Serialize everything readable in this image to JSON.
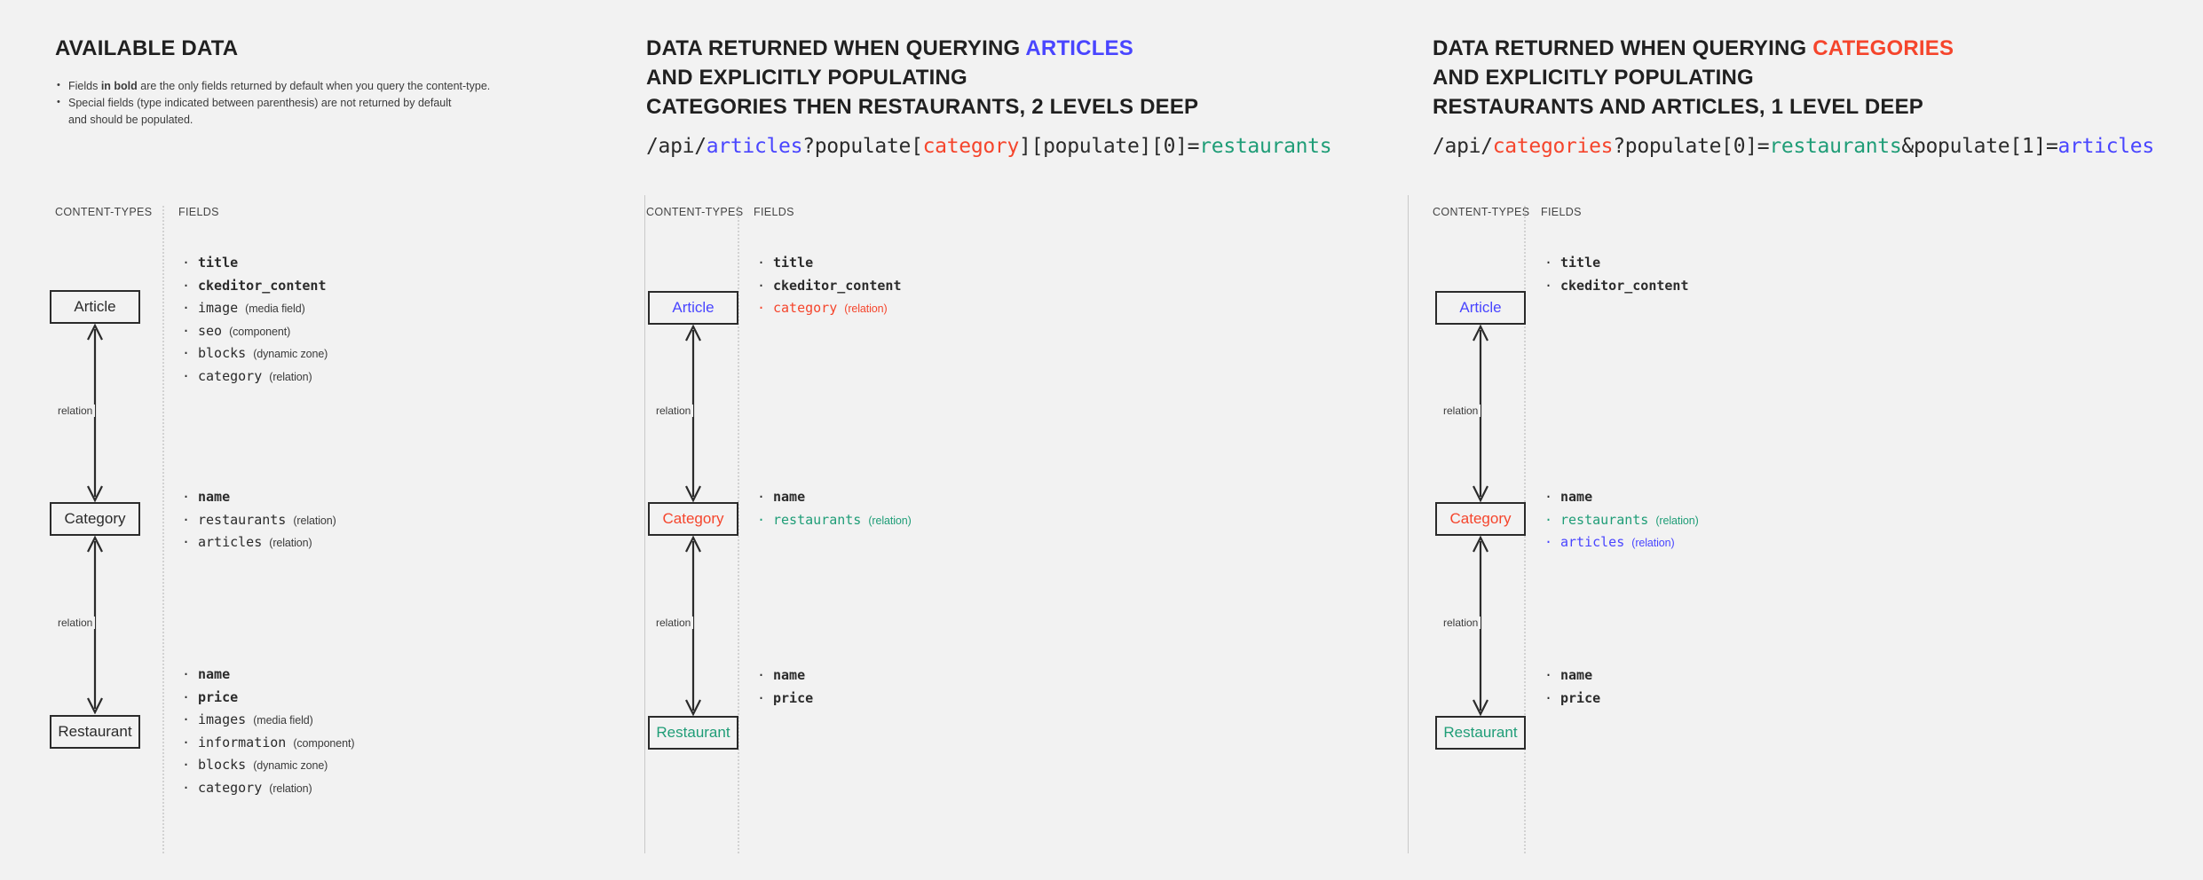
{
  "page": {
    "background": "#f2f2f2",
    "accent_blue": "#4945ff",
    "accent_red": "#f5452c",
    "accent_green": "#1f9d77"
  },
  "columns": [
    {
      "id": "available-data",
      "heading": {
        "line1_plain": "AVAILABLE DATA",
        "line1_accent": "",
        "line2": "",
        "line3": ""
      },
      "bullets": [
        "Fields in bold are the only fields returned by default when you query the content-type.",
        "Special fields (type indicated between parenthesis) are not returned by default and should be populated."
      ],
      "captions": {
        "content_types": "CONTENT-TYPES",
        "fields": "FIELDS"
      },
      "entities": [
        {
          "name": "Article",
          "color": "default"
        },
        {
          "name": "Category",
          "color": "default"
        },
        {
          "name": "Restaurant",
          "color": "default"
        }
      ],
      "relations": [
        {
          "label": "relation"
        },
        {
          "label": "relation"
        }
      ],
      "field_groups": [
        [
          {
            "name": "title",
            "type": "",
            "bold": true,
            "color": "default"
          },
          {
            "name": "ckeditor_content",
            "type": "",
            "bold": true,
            "color": "default"
          },
          {
            "name": "image",
            "type": "(media field)",
            "bold": false,
            "color": "default"
          },
          {
            "name": "seo",
            "type": "(component)",
            "bold": false,
            "color": "default"
          },
          {
            "name": "blocks",
            "type": "(dynamic zone)",
            "bold": false,
            "color": "default"
          },
          {
            "name": "category",
            "type": "(relation)",
            "bold": false,
            "color": "default"
          }
        ],
        [
          {
            "name": "name",
            "type": "",
            "bold": true,
            "color": "default"
          },
          {
            "name": "restaurants",
            "type": "(relation)",
            "bold": false,
            "color": "default"
          },
          {
            "name": "articles",
            "type": "(relation)",
            "bold": false,
            "color": "default"
          }
        ],
        [
          {
            "name": "name",
            "type": "",
            "bold": true,
            "color": "default"
          },
          {
            "name": "price",
            "type": "",
            "bold": true,
            "color": "default"
          },
          {
            "name": "images",
            "type": "(media field)",
            "bold": false,
            "color": "default"
          },
          {
            "name": "information",
            "type": "(component)",
            "bold": false,
            "color": "default"
          },
          {
            "name": "blocks",
            "type": "(dynamic zone)",
            "bold": false,
            "color": "default"
          },
          {
            "name": "category",
            "type": "(relation)",
            "bold": false,
            "color": "default"
          }
        ]
      ]
    },
    {
      "id": "query-articles",
      "heading": {
        "line1_plain": "DATA RETURNED WHEN QUERYING ",
        "line1_accent": "ARTICLES",
        "line1_accent_color": "blue",
        "line2": "AND EXPLICITLY POPULATING",
        "line3": "CATEGORIES THEN RESTAURANTS, 2 LEVELS DEEP"
      },
      "url_tokens": [
        {
          "text": "/api/",
          "color": "default"
        },
        {
          "text": "articles",
          "color": "blue"
        },
        {
          "text": "?populate[",
          "color": "default"
        },
        {
          "text": "category",
          "color": "red"
        },
        {
          "text": "][populate][0]=",
          "color": "default"
        },
        {
          "text": "restaurants",
          "color": "green"
        }
      ],
      "captions": {
        "content_types": "CONTENT-TYPES",
        "fields": "FIELDS"
      },
      "entities": [
        {
          "name": "Article",
          "color": "blue"
        },
        {
          "name": "Category",
          "color": "red"
        },
        {
          "name": "Restaurant",
          "color": "green"
        }
      ],
      "relations": [
        {
          "label": "relation"
        },
        {
          "label": "relation"
        }
      ],
      "field_groups": [
        [
          {
            "name": "title",
            "type": "",
            "bold": true,
            "color": "default"
          },
          {
            "name": "ckeditor_content",
            "type": "",
            "bold": true,
            "color": "default"
          },
          {
            "name": "category",
            "type": "(relation)",
            "bold": false,
            "color": "red"
          }
        ],
        [
          {
            "name": "name",
            "type": "",
            "bold": true,
            "color": "default"
          },
          {
            "name": "restaurants",
            "type": "(relation)",
            "bold": false,
            "color": "green"
          }
        ],
        [
          {
            "name": "name",
            "type": "",
            "bold": true,
            "color": "default"
          },
          {
            "name": "price",
            "type": "",
            "bold": true,
            "color": "default"
          }
        ]
      ]
    },
    {
      "id": "query-categories",
      "heading": {
        "line1_plain": "DATA RETURNED WHEN QUERYING ",
        "line1_accent": "CATEGORIES",
        "line1_accent_color": "red",
        "line2": "AND EXPLICITLY POPULATING",
        "line3": "RESTAURANTS AND ARTICLES, 1 LEVEL DEEP"
      },
      "url_tokens": [
        {
          "text": "/api/",
          "color": "default"
        },
        {
          "text": "categories",
          "color": "red"
        },
        {
          "text": "?populate[0]=",
          "color": "default"
        },
        {
          "text": "restaurants",
          "color": "green"
        },
        {
          "text": "&populate[1]=",
          "color": "default"
        },
        {
          "text": "articles",
          "color": "blue"
        }
      ],
      "captions": {
        "content_types": "CONTENT-TYPES",
        "fields": "FIELDS"
      },
      "entities": [
        {
          "name": "Article",
          "color": "blue"
        },
        {
          "name": "Category",
          "color": "red"
        },
        {
          "name": "Restaurant",
          "color": "green"
        }
      ],
      "relations": [
        {
          "label": "relation"
        },
        {
          "label": "relation"
        }
      ],
      "field_groups": [
        [
          {
            "name": "title",
            "type": "",
            "bold": true,
            "color": "default"
          },
          {
            "name": "ckeditor_content",
            "type": "",
            "bold": true,
            "color": "default"
          }
        ],
        [
          {
            "name": "name",
            "type": "",
            "bold": true,
            "color": "default"
          },
          {
            "name": "restaurants",
            "type": "(relation)",
            "bold": false,
            "color": "green"
          },
          {
            "name": "articles",
            "type": "(relation)",
            "bold": false,
            "color": "blue"
          }
        ],
        [
          {
            "name": "name",
            "type": "",
            "bold": true,
            "color": "default"
          },
          {
            "name": "price",
            "type": "",
            "bold": true,
            "color": "default"
          }
        ]
      ]
    }
  ]
}
